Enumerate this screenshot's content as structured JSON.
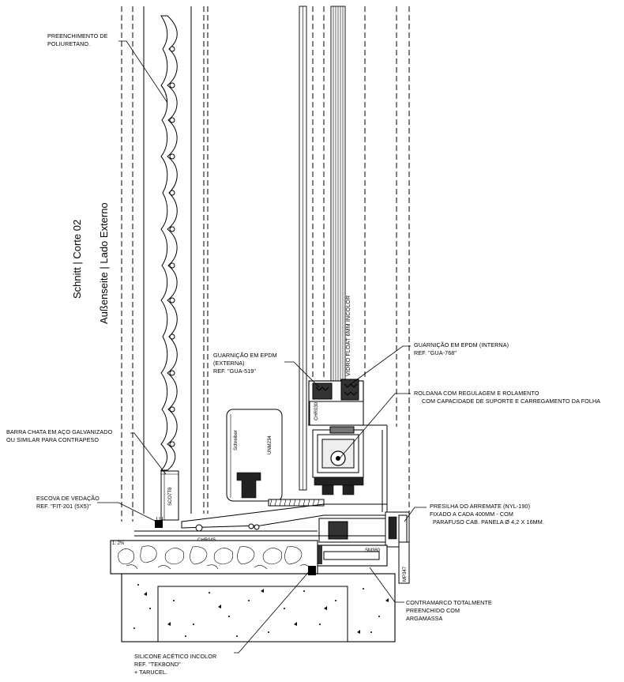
{
  "title": {
    "line1": "Schnitt | Corte 02",
    "line2": "Außenseite | Lado Externo"
  },
  "labels": {
    "preenchimento_l1": "PREENCHIMENTO DE",
    "preenchimento_l2": "POLIURETANO.",
    "barra_l1": "BARRA CHATA EM AÇO GALVANIZADO",
    "barra_l2": "OU SIMILAR PARA CONTRAPESO",
    "escova_l1": "ESCOVA DE VEDAÇÃO",
    "escova_l2": "REF. \"FIT-201 (5X5)\"",
    "garn_ext_l1": "GUARNIÇÃO EM EPDM",
    "garn_ext_l2": "(EXTERNA)",
    "garn_ext_l3": "REF. \"GUA-519\"",
    "garn_int_l1": "GUARNIÇÃO EM EPDM (INTERNA)",
    "garn_int_l2": "REF. \"GUA-768\"",
    "vidro": "VIDRO FLOAT 6MM INCOLOR",
    "roldana_l1": "ROLDANA COM REGULAGEM E ROLAMENTO",
    "roldana_l2": "COM CAPACIDADE DE SUPORTE E CARREGAMENTO DA FOLHA",
    "presilha_l1": "PRESILHA DO ARREMATE (NYL-190)",
    "presilha_l2": "FIXADO A CADA 400MM - COM",
    "presilha_l3": "PARAFUSO CAB. PANELA Ø 4,2 X 16MM.",
    "contramarco_l1": "CONTRAMARCO TOTALMENTE",
    "contramarco_l2": "PREENCHIDO COM",
    "contramarco_l3": "ARGAMASSA",
    "silicone_l1": "SILICONE ACÉTICO INCOLOR",
    "silicone_l2": "REF. \"TEKBOND\"",
    "silicone_l3": "+ TARUCEL.",
    "slope": "1: 2%"
  },
  "profile_codes": {
    "chr030": "CHR030",
    "chr045": "CHR045",
    "sm360": "SM360",
    "mp347": "MP347",
    "profile_a": "SCO7T8",
    "brand_a": "Schreiber",
    "code_b": "UNM234"
  }
}
